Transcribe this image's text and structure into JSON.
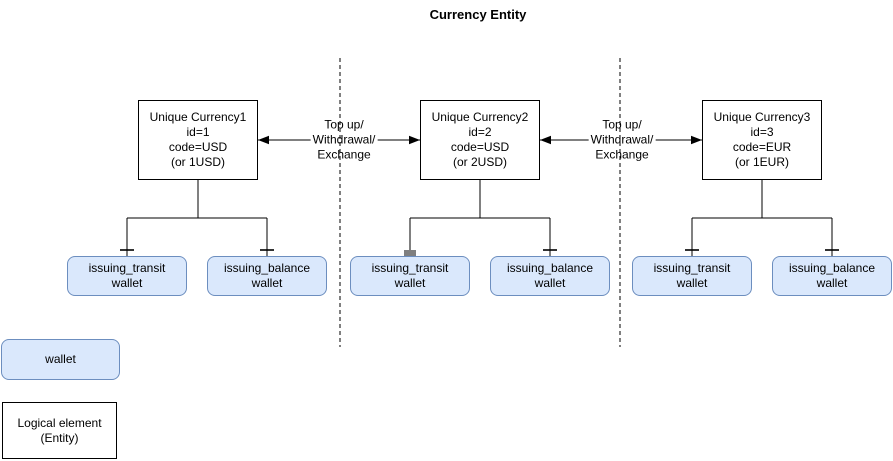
{
  "title": "Currency Entity",
  "colors": {
    "wallet_fill": "#dae8fc",
    "wallet_border": "#6c8ebf",
    "line_color": "#000000",
    "bg": "#ffffff"
  },
  "currencies": [
    {
      "text": "Unique Currency1\nid=1\ncode=USD\n(or 1USD)"
    },
    {
      "text": "Unique Currency2\nid=2\ncode=USD\n(or 2USD)"
    },
    {
      "text": "Unique Currency3\nid=3\ncode=EUR\n(or 1EUR)"
    }
  ],
  "exchange_labels": [
    {
      "text": "Top up/\nWithdrawal/\nExchange"
    },
    {
      "text": "Top up/\nWithdrawal/\nExchange"
    }
  ],
  "wallets": [
    {
      "text": "issuing_transit\nwallet"
    },
    {
      "text": "issuing_balance\nwallet"
    },
    {
      "text": "issuing_transit\nwallet"
    },
    {
      "text": "issuing_balance\nwallet"
    },
    {
      "text": "issuing_transit\nwallet"
    },
    {
      "text": "issuing_balance\nwallet"
    }
  ],
  "legend": {
    "wallet": "wallet",
    "entity": "Logical element\n(Entity)"
  }
}
